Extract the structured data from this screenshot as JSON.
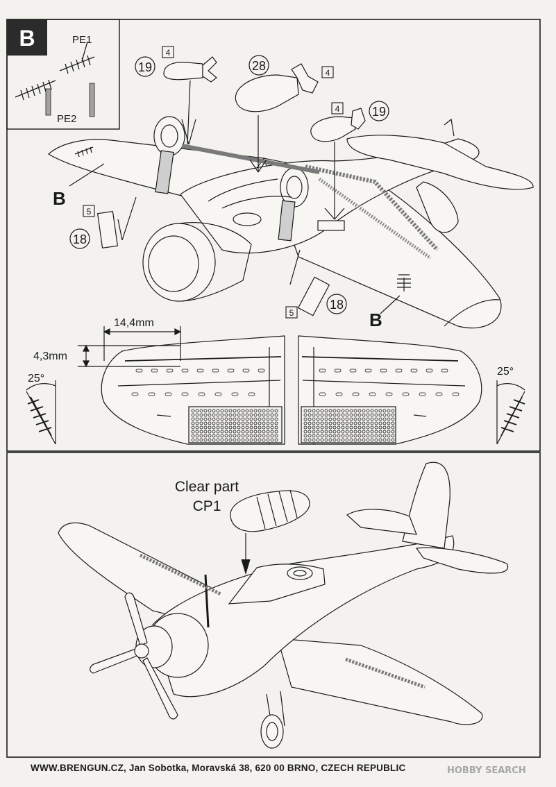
{
  "step_b": {
    "badge": "B",
    "inset": {
      "pe1": "PE1",
      "pe2": "PE2"
    },
    "callouts": {
      "bomb_left_qty": "4",
      "bomb_left_part": "19",
      "bomb_center_part": "28",
      "bomb_center_qty": "4",
      "bomb_right_qty": "4",
      "bomb_right_part": "19",
      "rack_left_qty": "5",
      "rack_left_part": "18",
      "rack_right_qty": "5",
      "rack_right_part": "18",
      "antenna_left": "B",
      "antenna_right": "B"
    },
    "dimensions": {
      "length": "14,4mm",
      "height": "4,3mm",
      "angle_left": "25°",
      "angle_right": "25°"
    }
  },
  "step_canopy": {
    "label_line1": "Clear part",
    "label_line2": "CP1"
  },
  "footer": {
    "text": "WWW.BRENGUN.CZ, Jan Sobotka, Moravská 38, 620 00 BRNO, CZECH REPUBLIC"
  },
  "watermark": {
    "text": "HOBBY SEARCH"
  },
  "colors": {
    "paper": "#f3f2ee",
    "ink": "#1a1a1a",
    "part_grey": "#9a9a9a"
  }
}
